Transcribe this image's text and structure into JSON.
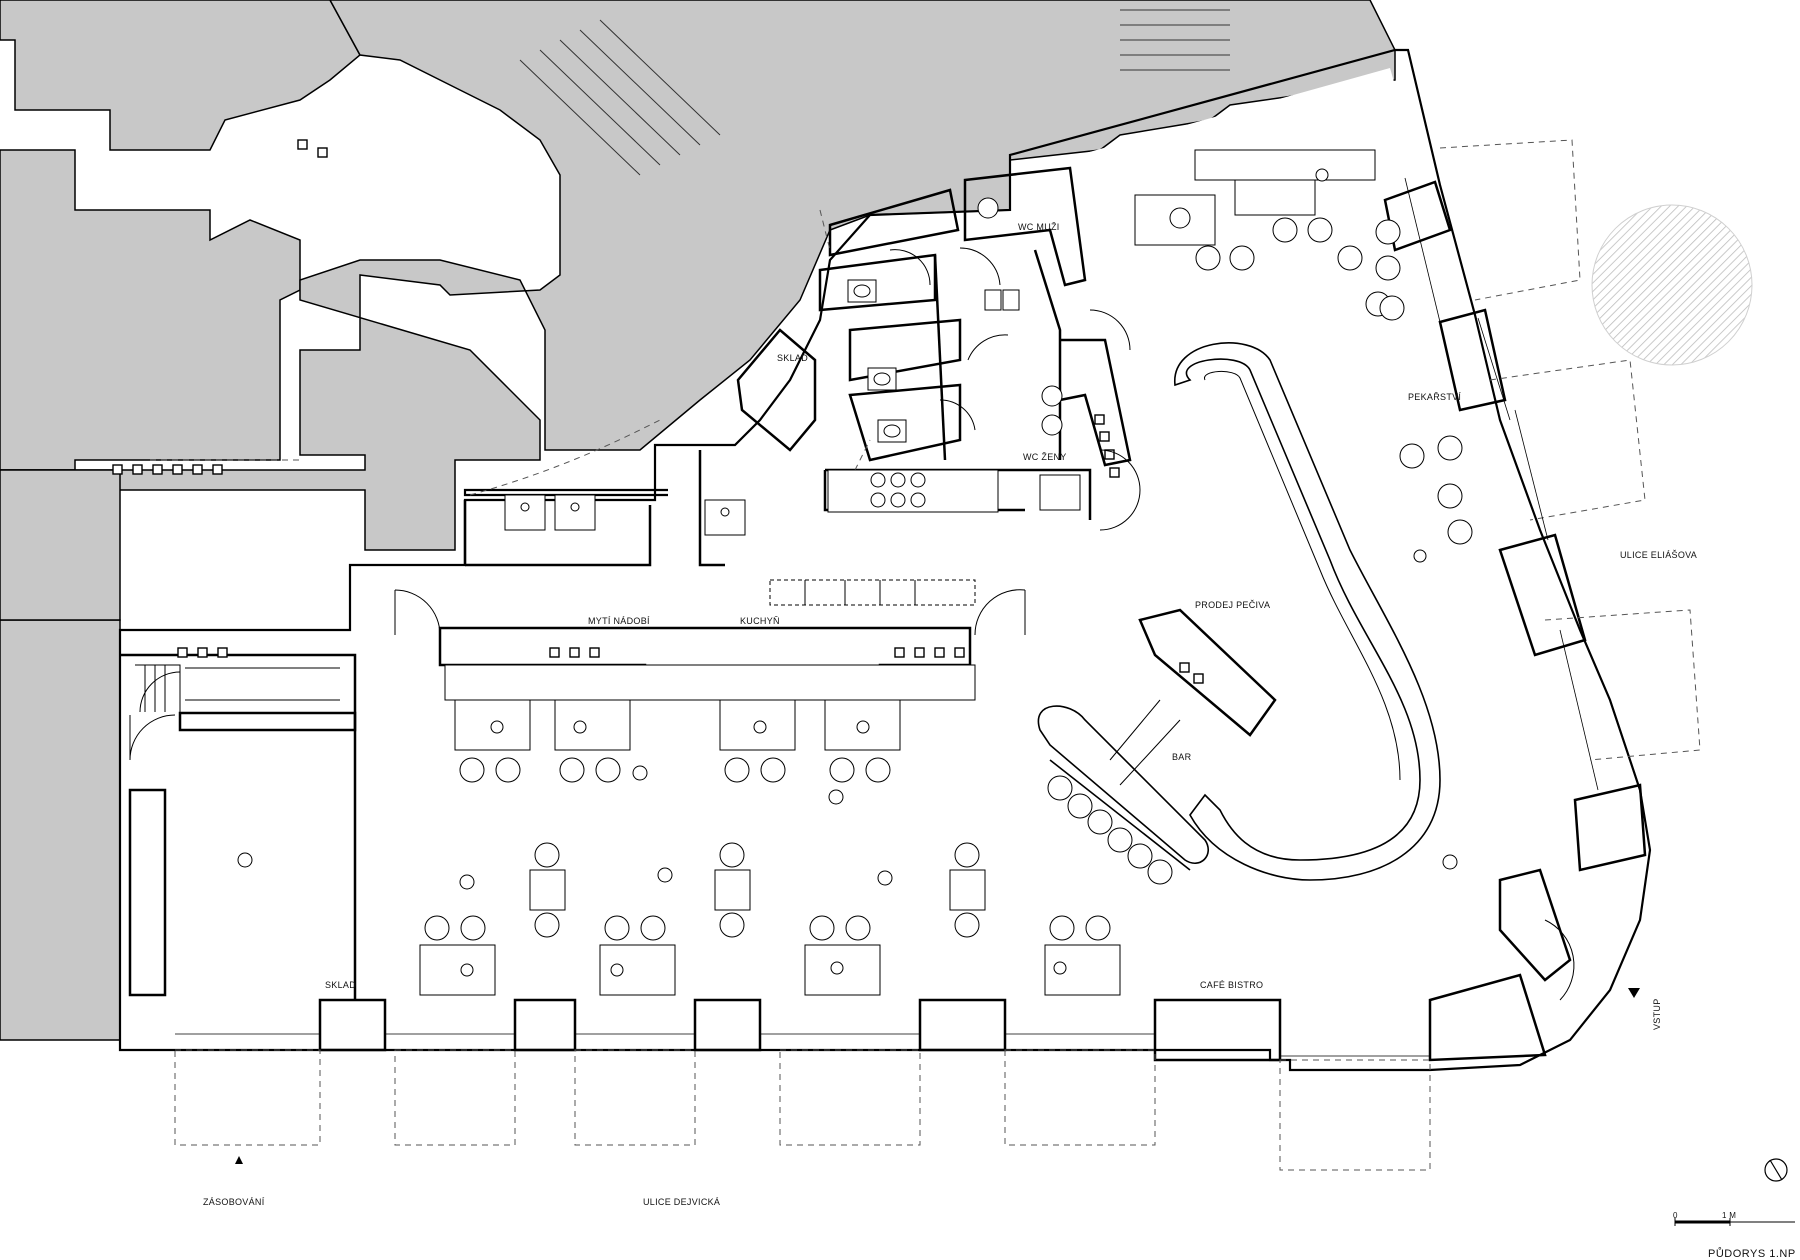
{
  "drawing": {
    "title": "PŮDORYS 1.NP",
    "scale_bar": {
      "start": "0",
      "end": "1 M"
    }
  },
  "rooms": {
    "cafe_bistro": "CAFÉ BISTRO",
    "bar": "BAR",
    "prodej_peciva": "PRODEJ PEČIVA",
    "pekarstvi": "PEKAŘSTVÍ",
    "kuchyn": "KUCHYŇ",
    "myti_nadobi": "MYTÍ NÁDOBÍ",
    "sklad_upper": "SKLAD",
    "sklad_lower": "SKLAD",
    "wc_muzi": "WC MUŽI",
    "wc_zeny": "WC ŽENY"
  },
  "streets": {
    "dejvicka": "ULICE DEJVICKÁ",
    "eliasova": "ULICE ELIÁŠOVA"
  },
  "markers": {
    "zasobovani": "ZÁSOBOVÁNÍ",
    "vstup": "VSTUP"
  },
  "colors": {
    "neighbour_fill": "#c8c8c8",
    "wall": "#000000",
    "background": "#ffffff",
    "tree_hatch": "#bdbdbd"
  }
}
